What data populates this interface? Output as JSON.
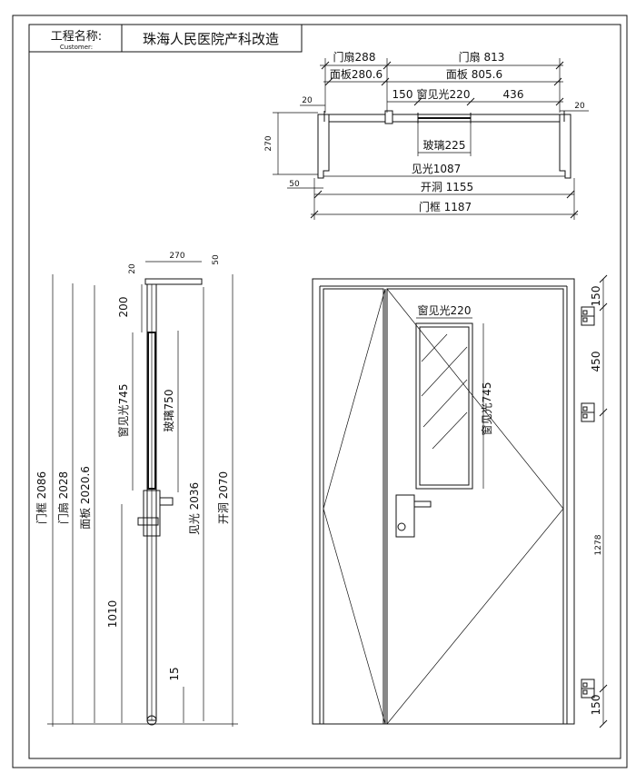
{
  "title_block": {
    "label": "工程名称:",
    "sublabel": "Customer:",
    "project": "珠海人民医院产科改造"
  },
  "plan": {
    "leaf_small": "门扇288",
    "leaf_large": "门扇 813",
    "panel_small": "面板280.6",
    "panel_large": "面板 805.6",
    "dim_150": "150",
    "window_opening": "窗见光220",
    "dim_436": "436",
    "dim_20_left": "20",
    "dim_20_right": "20",
    "depth_270": "270",
    "glass_225": "玻璃225",
    "clear_1087": "见光1087",
    "dim_50": "50",
    "opening_1155": "开洞 1155",
    "frame_1187": "门框 1187"
  },
  "section": {
    "depth_270": "270",
    "dim_50": "50",
    "dim_20": "20",
    "dim_200": "200",
    "window_745": "窗见光745",
    "glass_750": "玻璃750",
    "frame_2086": "门框 2086",
    "leaf_2028": "门扇 2028",
    "panel_2020": "面板 2020.6",
    "clear_2036": "见光 2036",
    "opening_2070": "开洞 2070",
    "handle_1010": "1010",
    "dim_15": "15"
  },
  "elevation": {
    "window_220": "窗见光220",
    "window_745": "窗见光745",
    "hinge_150_top": "150",
    "hinge_450": "450",
    "hinge_1278": "1278",
    "hinge_150_bottom": "150"
  }
}
